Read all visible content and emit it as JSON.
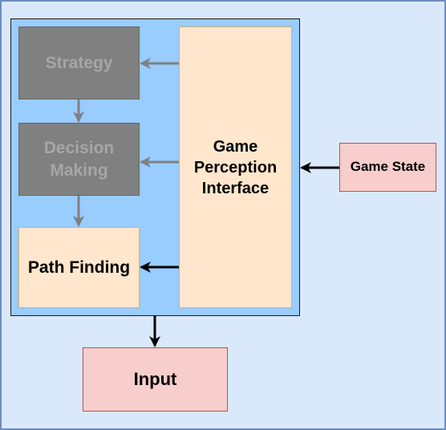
{
  "diagram": {
    "nodes": {
      "strategy": "Strategy",
      "decision_making": "Decision\nMaking",
      "path_finding": "Path Finding",
      "game_perception_interface": "Game\nPerception\nInterface",
      "game_state": "Game State",
      "input": "Input"
    },
    "colors": {
      "outer_fill": "#dae8fc",
      "outer_stroke": "#6c8ebf",
      "inner_fill": "#99ccff",
      "grey_fill": "#808080",
      "grey_text": "#a6a6a6",
      "cream_fill": "#ffe6cc",
      "pink_fill": "#f8cecc",
      "black_arrow": "#000000",
      "grey_arrow": "#808080"
    },
    "edges": [
      {
        "from": "game_perception_interface",
        "to": "strategy",
        "style": "grey"
      },
      {
        "from": "game_perception_interface",
        "to": "decision_making",
        "style": "grey"
      },
      {
        "from": "game_perception_interface",
        "to": "path_finding",
        "style": "black"
      },
      {
        "from": "strategy",
        "to": "decision_making",
        "style": "grey"
      },
      {
        "from": "decision_making",
        "to": "path_finding",
        "style": "grey"
      },
      {
        "from": "game_state",
        "to": "game_perception_interface",
        "style": "black"
      },
      {
        "from": "ai_system",
        "to": "input",
        "style": "black"
      }
    ]
  }
}
